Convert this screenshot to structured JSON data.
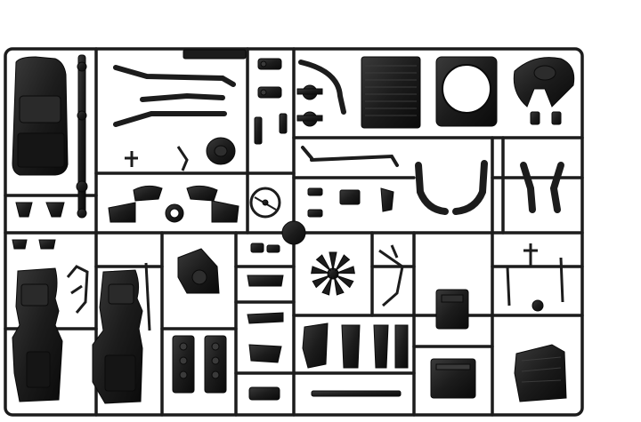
{
  "image": {
    "subject": "model-kit-sprue",
    "background_color": "#ffffff",
    "plastic_color": "#1c1c1c",
    "highlight_color": "#3a3a3a",
    "edge_color": "#0a0a0a"
  },
  "frame": {
    "icon": "sprue-frame"
  },
  "parts": [
    {
      "name": "engine-hood-part"
    },
    {
      "name": "frame-rail-part"
    },
    {
      "name": "exhaust-pipe-upper-part"
    },
    {
      "name": "exhaust-pipe-lower-part"
    },
    {
      "name": "spring-part"
    },
    {
      "name": "radiator-part"
    },
    {
      "name": "fan-shroud-part"
    },
    {
      "name": "fifth-wheel-part"
    },
    {
      "name": "air-intake-tube-part"
    },
    {
      "name": "muffler-part"
    },
    {
      "name": "steering-wheel-part"
    },
    {
      "name": "fan-blade-part"
    },
    {
      "name": "engine-block-part"
    },
    {
      "name": "transmission-part"
    },
    {
      "name": "cylinder-head-part"
    },
    {
      "name": "battery-box-part"
    },
    {
      "name": "fuel-tank-part"
    },
    {
      "name": "sprue-gate-hub"
    }
  ]
}
